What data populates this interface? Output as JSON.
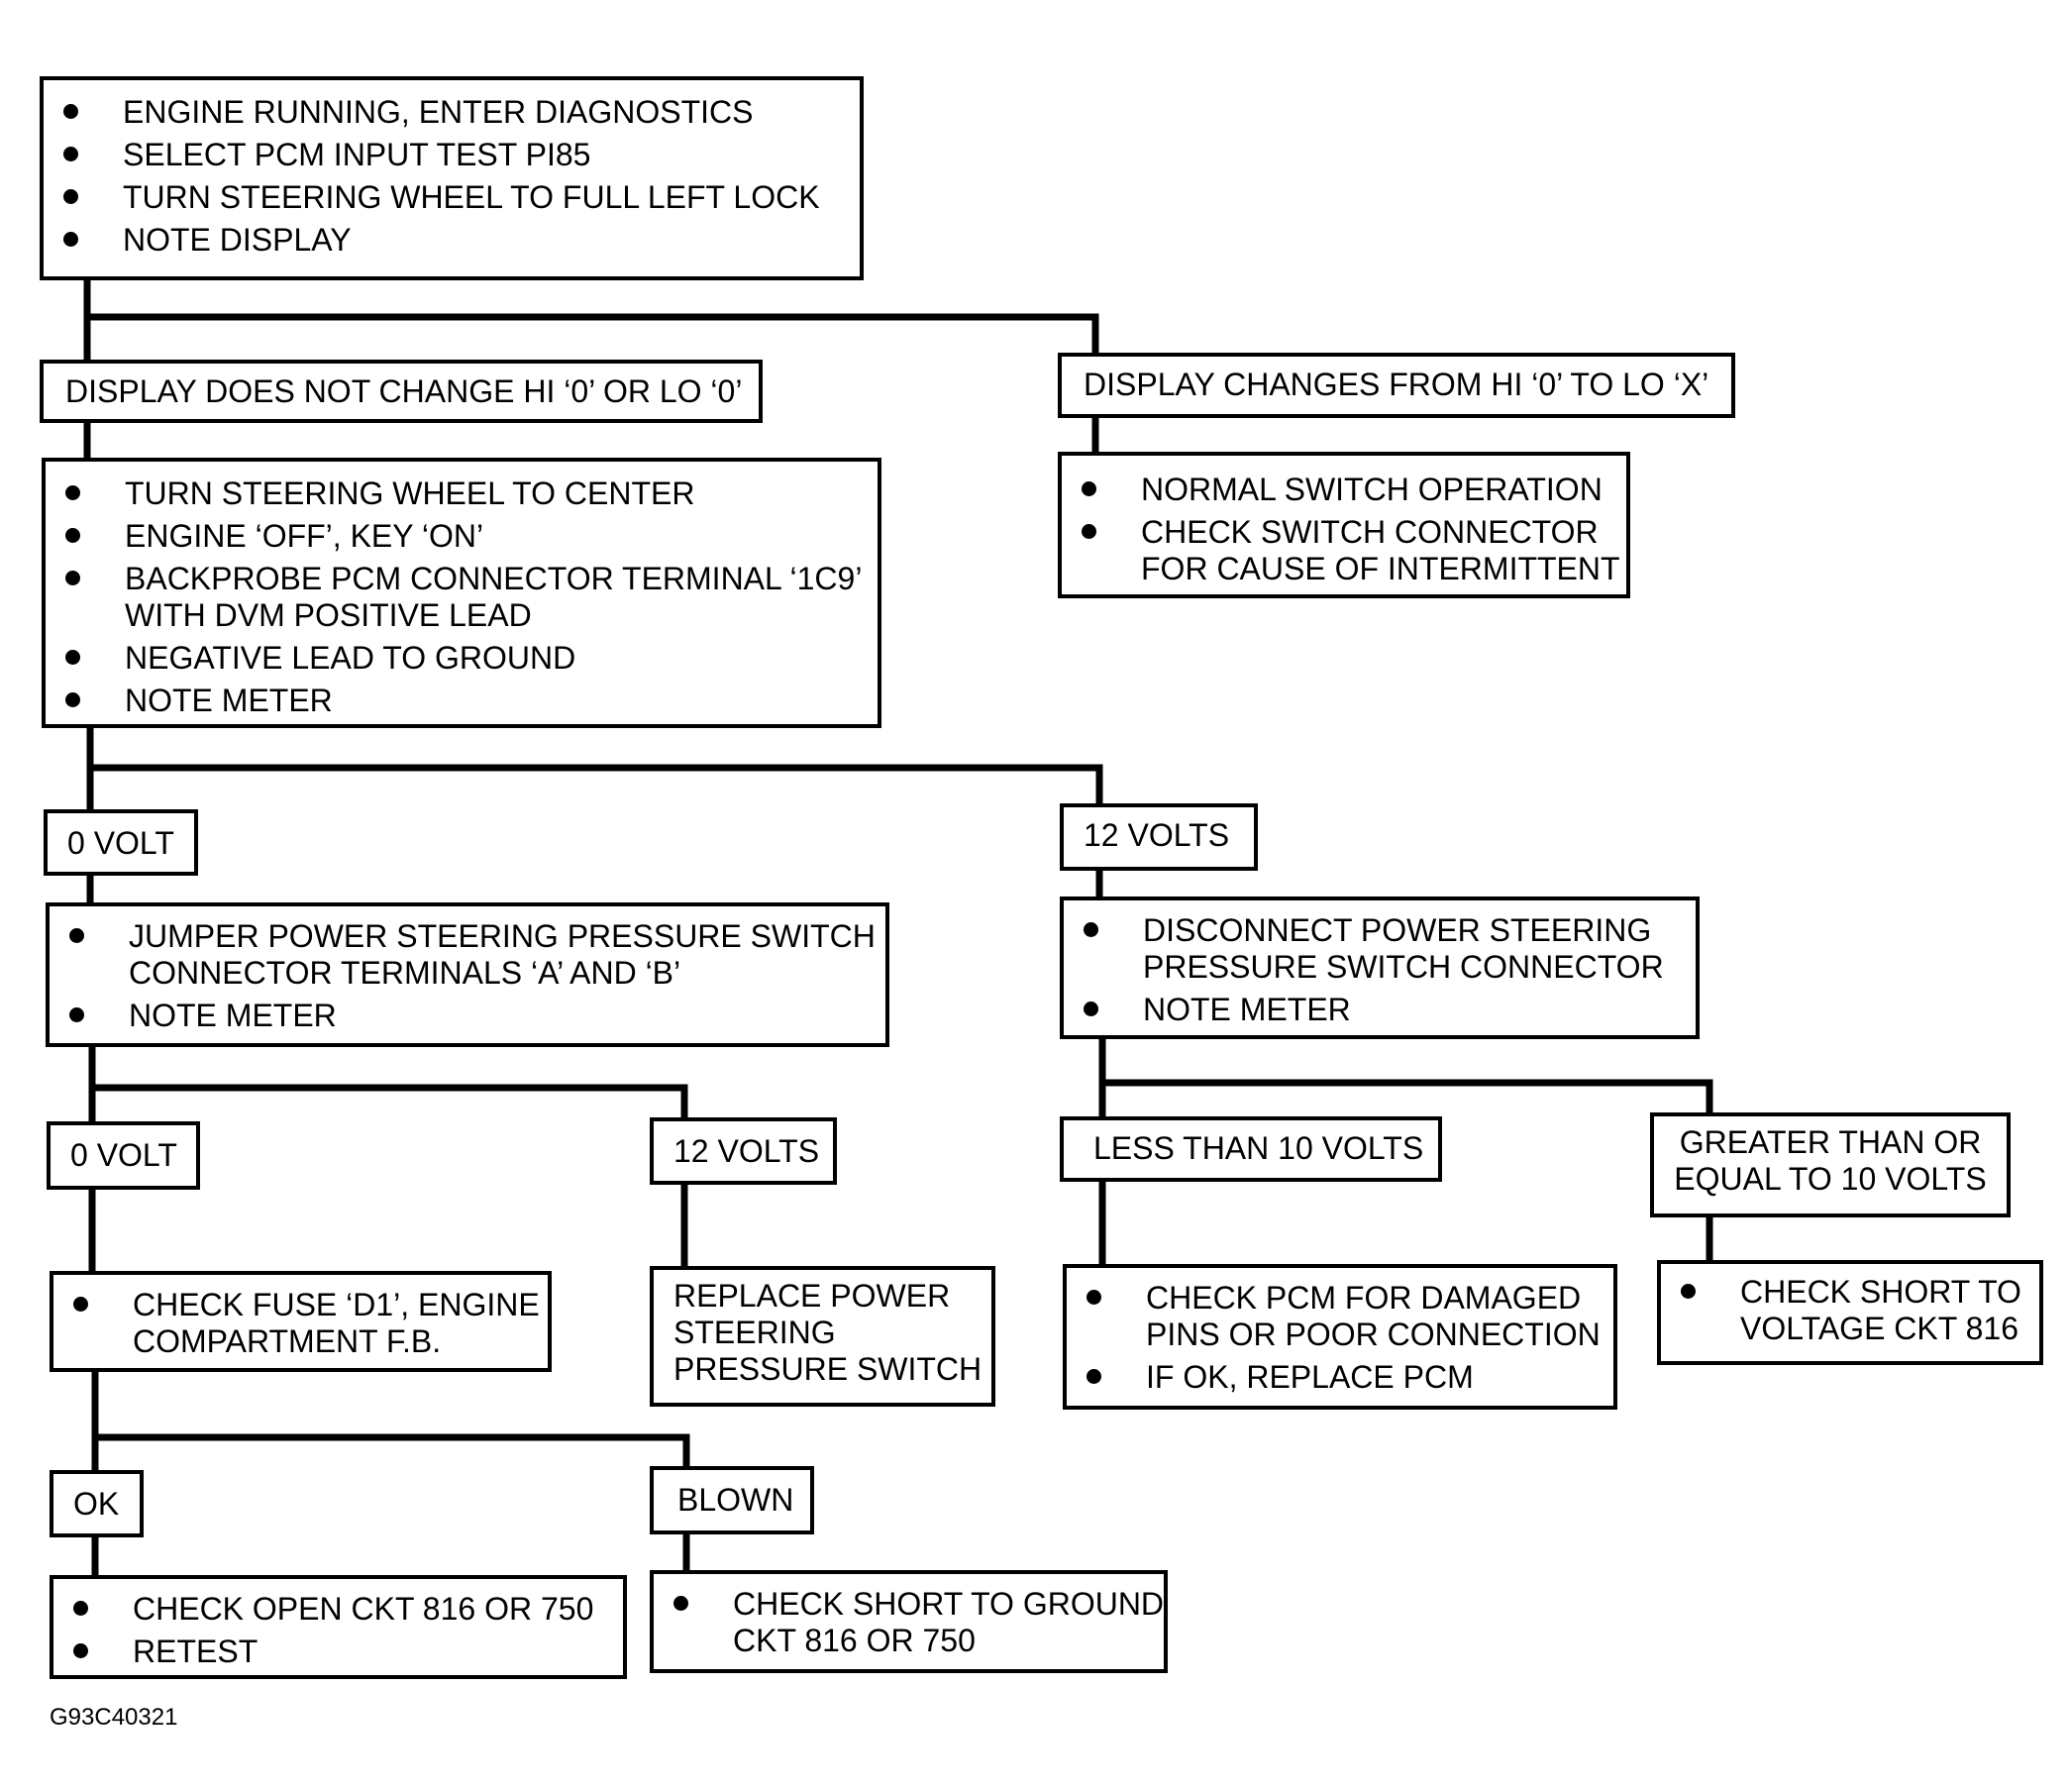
{
  "flowchart": {
    "start": {
      "items": [
        {
          "lines": [
            "ENGINE RUNNING, ENTER DIAGNOSTICS"
          ]
        },
        {
          "lines": [
            "SELECT PCM INPUT TEST PI85"
          ]
        },
        {
          "lines": [
            "TURN STEERING WHEEL TO FULL LEFT LOCK"
          ]
        },
        {
          "lines": [
            "NOTE DISPLAY"
          ]
        }
      ]
    },
    "no_change": {
      "label": "DISPLAY DOES NOT CHANGE HI ‘0’ OR LO ‘0’"
    },
    "changes": {
      "label": "DISPLAY CHANGES FROM HI ‘0’ TO LO ‘X’"
    },
    "normal": {
      "items": [
        {
          "lines": [
            "NORMAL SWITCH OPERATION"
          ]
        },
        {
          "lines": [
            "CHECK SWITCH CONNECTOR",
            "FOR CAUSE OF INTERMITTENT"
          ]
        }
      ]
    },
    "center": {
      "items": [
        {
          "lines": [
            "TURN STEERING WHEEL TO CENTER"
          ]
        },
        {
          "lines": [
            "ENGINE ‘OFF’, KEY ‘ON’"
          ]
        },
        {
          "lines": [
            "BACKPROBE PCM CONNECTOR TERMINAL ‘1C9’",
            "WITH DVM POSITIVE LEAD"
          ]
        },
        {
          "lines": [
            "NEGATIVE LEAD TO GROUND"
          ]
        },
        {
          "lines": [
            "NOTE METER"
          ]
        }
      ]
    },
    "zero_volt_a": {
      "label": "0 VOLT"
    },
    "twelve_volts_a": {
      "label": "12  VOLTS"
    },
    "jumper": {
      "items": [
        {
          "lines": [
            "JUMPER POWER STEERING PRESSURE SWITCH",
            "CONNECTOR TERMINALS ‘A’ AND ‘B’"
          ]
        },
        {
          "lines": [
            "NOTE METER"
          ]
        }
      ]
    },
    "disconnect": {
      "items": [
        {
          "lines": [
            "DISCONNECT POWER STEERING",
            "PRESSURE SWITCH CONNECTOR"
          ]
        },
        {
          "lines": [
            "NOTE METER"
          ]
        }
      ]
    },
    "zero_volt_b": {
      "label": "0 VOLT"
    },
    "twelve_volts_b": {
      "label": "12 VOLTS"
    },
    "less_than": {
      "label": "LESS THAN 10 VOLTS"
    },
    "greater_equal": {
      "lines": [
        "GREATER THAN OR",
        "EQUAL TO 10 VOLTS"
      ]
    },
    "check_fuse": {
      "items": [
        {
          "lines": [
            "CHECK FUSE ‘D1’, ENGINE",
            "COMPARTMENT F.B."
          ]
        }
      ]
    },
    "replace_switch": {
      "lines": [
        "REPLACE POWER",
        "STEERING",
        "PRESSURE SWITCH"
      ]
    },
    "check_pcm": {
      "items": [
        {
          "lines": [
            "CHECK PCM FOR DAMAGED",
            "PINS OR POOR CONNECTION"
          ]
        },
        {
          "lines": [
            "IF OK,  REPLACE PCM"
          ]
        }
      ]
    },
    "short_voltage": {
      "items": [
        {
          "lines": [
            "CHECK SHORT TO",
            "VOLTAGE CKT 816"
          ]
        }
      ]
    },
    "ok": {
      "label": "OK"
    },
    "blown": {
      "label": "BLOWN"
    },
    "check_open": {
      "items": [
        {
          "lines": [
            "CHECK OPEN CKT 816 OR 750"
          ]
        },
        {
          "lines": [
            "RETEST"
          ]
        }
      ]
    },
    "short_ground": {
      "items": [
        {
          "lines": [
            "CHECK SHORT TO GROUND",
            "CKT 816 OR 750"
          ]
        }
      ]
    }
  },
  "figure_code": "G93C40321"
}
